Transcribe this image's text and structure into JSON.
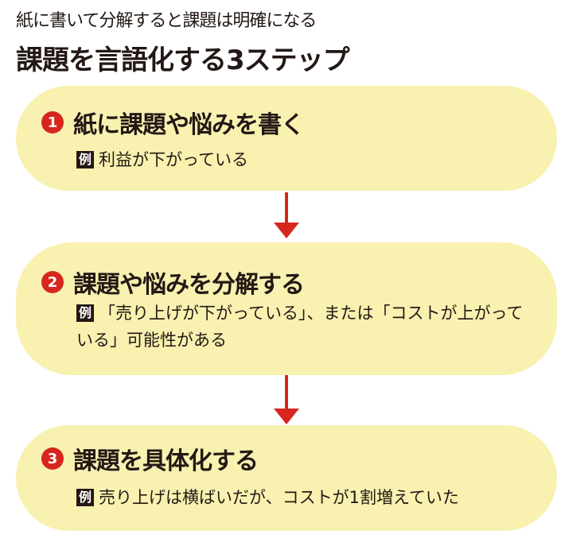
{
  "subtitle": "紙に書いて分解すると課題は明確になる",
  "title": "課題を言語化する3ステップ",
  "example_label": "例",
  "steps": [
    {
      "number": "1",
      "heading": "紙に課題や悩みを書く",
      "example": "利益が下がっている"
    },
    {
      "number": "2",
      "heading": "課題や悩みを分解する",
      "example": "「売り上げが下がっている」、または「コストが上がっている」可能性がある"
    },
    {
      "number": "3",
      "heading": "課題を具体化する",
      "example": "売り上げは横ばいだが、コストが1割増えていた"
    }
  ],
  "colors": {
    "accent": "#d7261e",
    "box": "#f8f1b0",
    "text": "#231815"
  }
}
